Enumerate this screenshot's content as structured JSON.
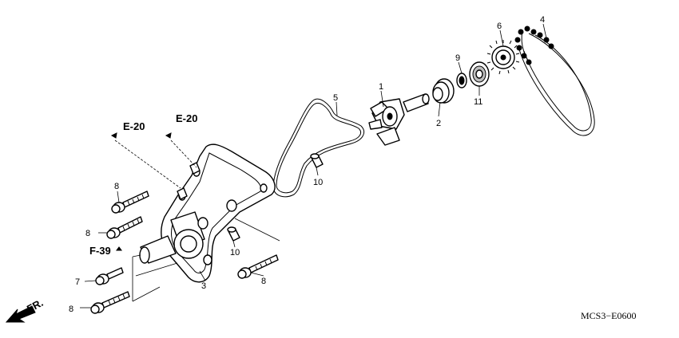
{
  "callouts": {
    "c1": "1",
    "c2": "2",
    "c3": "3",
    "c4": "4",
    "c5": "5",
    "c6": "6",
    "c7": "7",
    "c8a": "8",
    "c8b": "8",
    "c8c": "8",
    "c8d": "8",
    "c9": "9",
    "c10a": "10",
    "c10b": "10",
    "c11": "11"
  },
  "refs": {
    "e20_left": "E-20",
    "e20_right": "E-20",
    "f39": "F-39",
    "fr": "FR."
  },
  "diagram_code": "MCS3−E0600",
  "icons": [
    "front-direction-arrow-icon",
    "reference-arrow-icon"
  ]
}
